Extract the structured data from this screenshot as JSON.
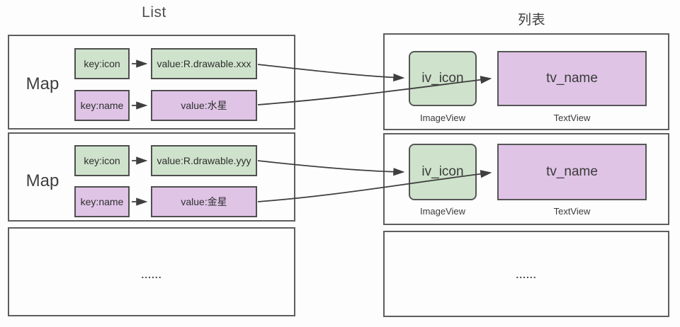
{
  "diagram": {
    "left_title": "List",
    "right_title": "列表",
    "list": {
      "rows": [
        {
          "label": "Map",
          "icon_key": "key:icon",
          "icon_value": "value:R.drawable.xxx",
          "name_key": "key:name",
          "name_value": "value:水星"
        },
        {
          "label": "Map",
          "icon_key": "key:icon",
          "icon_value": "value:R.drawable.yyy",
          "name_key": "key:name",
          "name_value": "value:金星"
        }
      ],
      "ellipsis": "......"
    },
    "listview": {
      "rows": [
        {
          "image_box": "iv_icon",
          "image_caption": "ImageView",
          "text_box": "tv_name",
          "text_caption": "TextView"
        },
        {
          "image_box": "iv_icon",
          "image_caption": "ImageView",
          "text_box": "tv_name",
          "text_caption": "TextView"
        }
      ],
      "ellipsis": "......"
    },
    "colors": {
      "green_fill": "#cfe3cc",
      "purple_fill": "#dfc4e6",
      "box_border": "#4f4f4f",
      "panel_border": "#5e5e5e",
      "arrow": "#3f3f3f"
    }
  }
}
